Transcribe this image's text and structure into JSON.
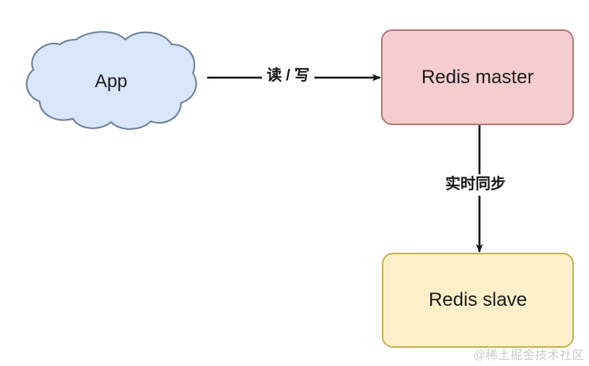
{
  "diagram": {
    "title": "Redis master-slave replication diagram",
    "background_color": "#ffffff",
    "nodes": [
      {
        "id": "app",
        "shape": "cloud",
        "label": "App",
        "fill": "#d9e5fb",
        "stroke": "#6b7f99"
      },
      {
        "id": "redis-master",
        "shape": "rounded-rect",
        "label": "Redis master",
        "fill": "#f6cdce",
        "stroke": "#b5797b"
      },
      {
        "id": "redis-slave",
        "shape": "rounded-rect",
        "label": "Redis slave",
        "fill": "#fdf0c8",
        "stroke": "#c4b255"
      }
    ],
    "edges": [
      {
        "id": "app-to-master",
        "from": "app",
        "to": "redis-master",
        "label": "读 / 写",
        "direction": "horizontal-right",
        "stroke": "#141414"
      },
      {
        "id": "master-to-slave",
        "from": "redis-master",
        "to": "redis-slave",
        "label": "实时同步",
        "direction": "vertical-down",
        "stroke": "#141414"
      }
    ],
    "watermark": "@稀土掘金技术社区"
  }
}
